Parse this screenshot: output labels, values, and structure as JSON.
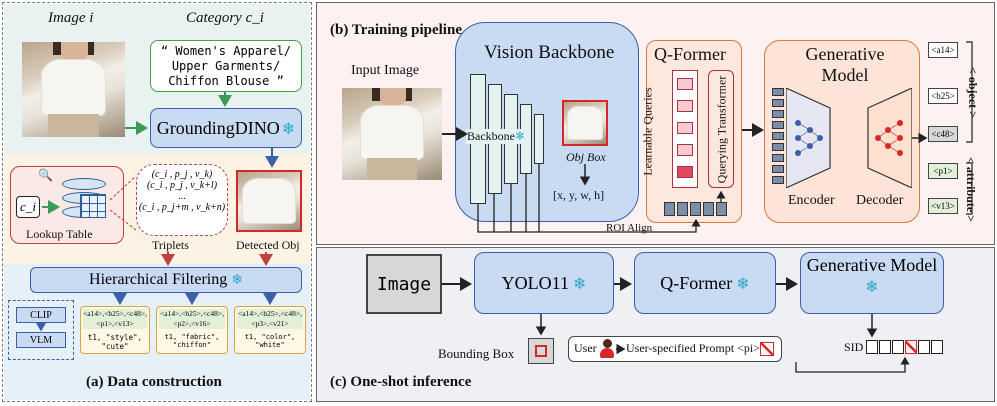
{
  "panel_a": {
    "image_label": "Image i",
    "category_label": "Category c_i",
    "category_text": "“ Women's Apparel/ Upper Garments/ Chiffon Blouse ”",
    "grounding": "GroundingDINO",
    "lookup_ci": "c_i",
    "lookup_table": "Lookup Table",
    "triplets_lines": [
      "(c_i , p_j , v_k)",
      "(c_i , p_j , v_k+l)",
      "...",
      "(c_i , p_j+m , v_k+n)"
    ],
    "triplets_label": "Triplets",
    "detected_obj": "Detected Obj",
    "hier_filter": "Hierarchical Filtering",
    "clip": "CLIP",
    "vlm": "VLM",
    "outputs": [
      {
        "tokens": "<a14>,<b25>,<c48>, <p1>,<v13>",
        "triple": "t1, \"style\", \"cute\""
      },
      {
        "tokens": "<a14>,<b25>,<c48>, <p2>,<v16>",
        "triple": "t1, \"fabric\", \"chiffon\""
      },
      {
        "tokens": "<a14>,<b25>,<c48>, <p3>,<v21>",
        "triple": "t1, \"color\", \"white\""
      }
    ],
    "caption": "(a) Data construction"
  },
  "panel_b": {
    "title": "(b) Training pipeline",
    "input_image": "Input Image",
    "vision_backbone": "Vision Backbone",
    "backbone": "Backbone",
    "obj_box": "Obj Box",
    "coords": "[x, y, w, h]",
    "qformer": "Q-Former",
    "learnable_queries": "Learnable Queries",
    "querying_transformer": "Querying Transformer",
    "roi_align": "ROI Align",
    "generative_model": "Generative Model",
    "encoder": "Encoder",
    "decoder": "Decoder",
    "object_tokens": [
      "<a14>",
      "<b25>",
      "<c48>"
    ],
    "attribute_tokens": [
      "<p1>",
      "<v13>"
    ],
    "object_label": "< object >",
    "attribute_label": "< attribute >"
  },
  "panel_c": {
    "title": "(c) One-shot inference",
    "image": "Image",
    "yolo": "YOLO11",
    "qformer": "Q-Former",
    "generative_model": "Generative Model",
    "bounding_box": "Bounding Box",
    "user": "User",
    "prompt": "User-specified Prompt <pi>",
    "sid": "SID"
  },
  "icons": {
    "snowflake": "❄",
    "magnifier": "🔍"
  },
  "colors": {
    "panel_a_top": "#e8f2f0",
    "panel_a_mid": "#fdf3e4",
    "panel_a_bottom": "#e6f0f8",
    "panel_b_bg": "#fdf1f2",
    "panel_c_bg": "#eef0f4",
    "blue_box": "#c9daf3",
    "qformer_bg": "#fde8dd",
    "gen_bg": "#fde4d8",
    "accent_red": "#d62828"
  }
}
